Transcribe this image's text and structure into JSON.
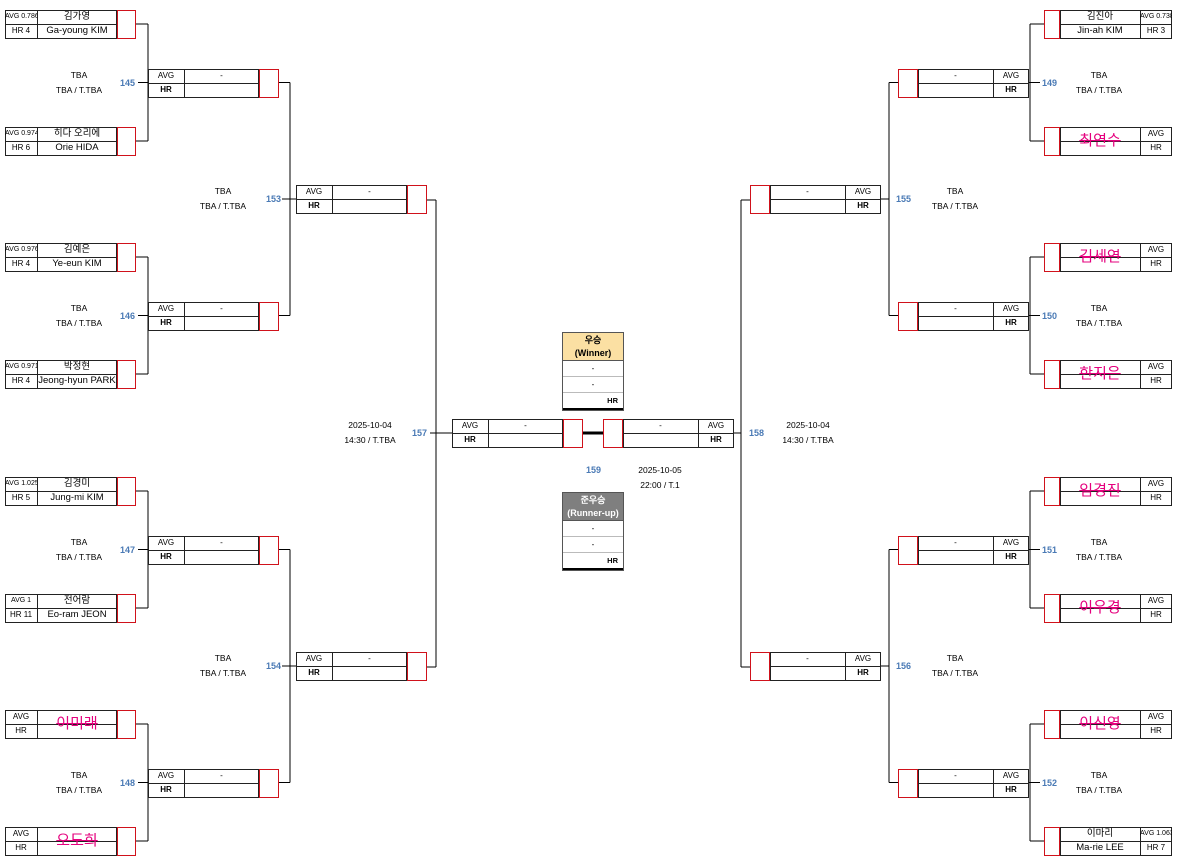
{
  "labels": {
    "avg": "AVG",
    "hr": "HR",
    "dash": "-"
  },
  "colors": {
    "pink": "#e5007e",
    "red": "#d0121b",
    "match_blue": "#4a7ab5",
    "winner_bg": "#fbe0a3",
    "runner_bg": "#7f7f7f"
  },
  "players": [
    {
      "id": "p1",
      "kor": "김가영",
      "eng": "Ga-young KIM",
      "avg": "AVG 0.786",
      "hr": "HR 4"
    },
    {
      "id": "p2",
      "kor": "히다 오리에",
      "eng": "Orie HIDA",
      "avg": "AVG 0.974",
      "hr": "HR 6"
    },
    {
      "id": "p3",
      "kor": "김예은",
      "eng": "Ye-eun KIM",
      "avg": "AVG 0.976",
      "hr": "HR 4"
    },
    {
      "id": "p4",
      "kor": "박정현",
      "eng": "Jeong-hyun PARK",
      "avg": "AVG 0.971",
      "hr": "HR 4"
    },
    {
      "id": "p5",
      "kor": "김경미",
      "eng": "Jung-mi KIM",
      "avg": "AVG 1.025",
      "hr": "HR 5"
    },
    {
      "id": "p6",
      "kor": "전어람",
      "eng": "Eo-ram JEON",
      "avg": "AVG 1",
      "hr": "HR 11"
    },
    {
      "id": "p7",
      "kor": "이미래",
      "eng": "",
      "avg": "AVG",
      "hr": "HR"
    },
    {
      "id": "p8",
      "kor": "오도희",
      "eng": "",
      "avg": "AVG",
      "hr": "HR"
    },
    {
      "id": "p9",
      "kor": "김진아",
      "eng": "Jin-ah KIM",
      "avg": "AVG 0.738",
      "hr": "HR 3"
    },
    {
      "id": "p10",
      "kor": "최연수",
      "eng": "",
      "avg": "AVG",
      "hr": "HR"
    },
    {
      "id": "p11",
      "kor": "김세연",
      "eng": "",
      "avg": "AVG",
      "hr": "HR"
    },
    {
      "id": "p12",
      "kor": "한지은",
      "eng": "",
      "avg": "AVG",
      "hr": "HR"
    },
    {
      "id": "p13",
      "kor": "임경진",
      "eng": "",
      "avg": "AVG",
      "hr": "HR"
    },
    {
      "id": "p14",
      "kor": "이우경",
      "eng": "",
      "avg": "AVG",
      "hr": "HR"
    },
    {
      "id": "p15",
      "kor": "이신영",
      "eng": "",
      "avg": "AVG",
      "hr": "HR"
    },
    {
      "id": "p16",
      "kor": "이마리",
      "eng": "Ma-rie LEE",
      "avg": "AVG 1.063",
      "hr": "HR 7"
    }
  ],
  "matches": [
    {
      "id": "m145",
      "number": "145",
      "line1": "TBA",
      "line2": "TBA / T.TBA"
    },
    {
      "id": "m146",
      "number": "146",
      "line1": "TBA",
      "line2": "TBA / T.TBA"
    },
    {
      "id": "m147",
      "number": "147",
      "line1": "TBA",
      "line2": "TBA / T.TBA"
    },
    {
      "id": "m148",
      "number": "148",
      "line1": "TBA",
      "line2": "TBA / T.TBA"
    },
    {
      "id": "m149",
      "number": "149",
      "line1": "TBA",
      "line2": "TBA / T.TBA"
    },
    {
      "id": "m150",
      "number": "150",
      "line1": "TBA",
      "line2": "TBA / T.TBA"
    },
    {
      "id": "m151",
      "number": "151",
      "line1": "TBA",
      "line2": "TBA / T.TBA"
    },
    {
      "id": "m152",
      "number": "152",
      "line1": "TBA",
      "line2": "TBA / T.TBA"
    },
    {
      "id": "m153",
      "number": "153",
      "line1": "TBA",
      "line2": "TBA / T.TBA"
    },
    {
      "id": "m154",
      "number": "154",
      "line1": "TBA",
      "line2": "TBA / T.TBA"
    },
    {
      "id": "m155",
      "number": "155",
      "line1": "TBA",
      "line2": "TBA / T.TBA"
    },
    {
      "id": "m156",
      "number": "156",
      "line1": "TBA",
      "line2": "TBA / T.TBA"
    },
    {
      "id": "m157",
      "number": "157",
      "line1": "2025-10-04",
      "line2": "14:30 / T.TBA"
    },
    {
      "id": "m158",
      "number": "158",
      "line1": "2025-10-04",
      "line2": "14:30 / T.TBA"
    },
    {
      "id": "m159",
      "number": "159",
      "line1": "2025-10-05",
      "line2": "22:00 / T.1"
    }
  ],
  "results": {
    "winner": {
      "title": "우승",
      "subtitle": "(Winner)",
      "row1": "-",
      "row2": "-",
      "hr": "HR"
    },
    "runner_up": {
      "title": "준우승",
      "subtitle": "(Runner-up)",
      "row1": "-",
      "row2": "-",
      "hr": "HR"
    }
  }
}
